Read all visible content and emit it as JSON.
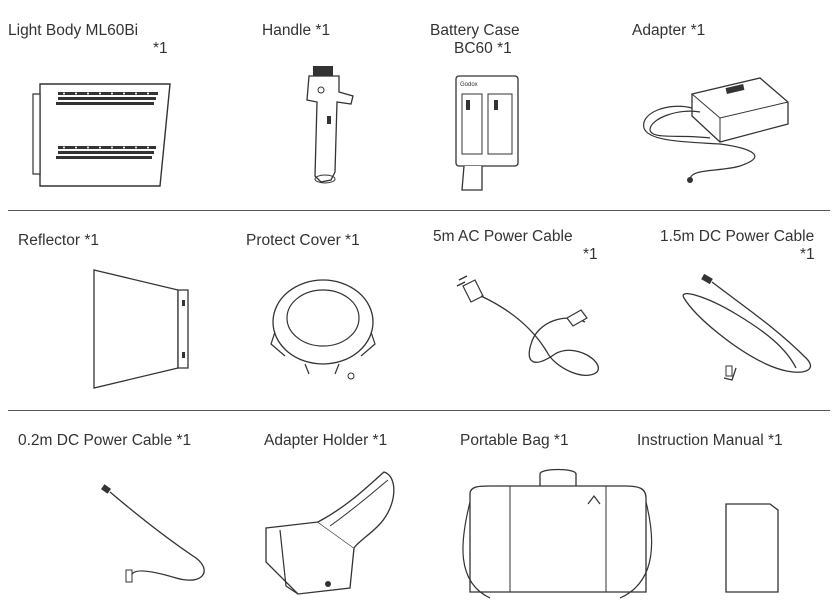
{
  "rows": [
    {
      "items": [
        {
          "line1": "Light Body ML60Bi",
          "line2": "*1",
          "icon": "light-body-icon"
        },
        {
          "line1": "Handle *1",
          "line2": "",
          "icon": "handle-icon"
        },
        {
          "line1": "Battery Case",
          "line2": "BC60 *1",
          "icon": "battery-case-icon"
        },
        {
          "line1": "Adapter *1",
          "line2": "",
          "icon": "adapter-icon"
        }
      ]
    },
    {
      "items": [
        {
          "line1": "Reflector *1",
          "line2": "",
          "icon": "reflector-icon"
        },
        {
          "line1": "Protect Cover *1",
          "line2": "",
          "icon": "protect-cover-icon"
        },
        {
          "line1": "5m AC Power Cable",
          "line2": "*1",
          "icon": "ac-power-cable-icon"
        },
        {
          "line1": "1.5m DC Power Cable",
          "line2": "*1",
          "icon": "dc-power-cable-icon"
        }
      ]
    },
    {
      "items": [
        {
          "line1": "0.2m DC Power Cable *1",
          "line2": "",
          "icon": "short-dc-cable-icon"
        },
        {
          "line1": "Adapter Holder *1",
          "line2": "",
          "icon": "adapter-holder-icon"
        },
        {
          "line1": "Portable Bag *1",
          "line2": "",
          "icon": "portable-bag-icon"
        },
        {
          "line1": "Instruction Manual *1",
          "line2": "",
          "icon": "instruction-manual-icon"
        }
      ]
    }
  ],
  "battery_case_logo": "Godox"
}
